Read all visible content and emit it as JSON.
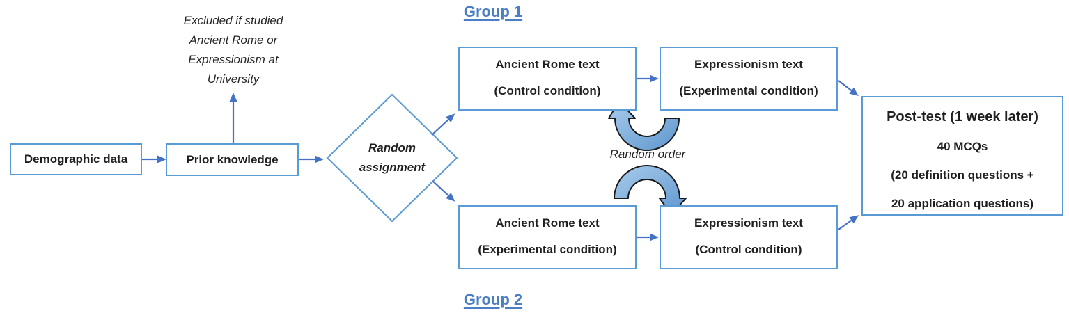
{
  "colors": {
    "box_border": "#5B9BD5",
    "connector_arrow": "#4472C4",
    "group_heading": "#4B7FC3",
    "curved_arrow_fill_light": "#A9CCEC",
    "curved_arrow_fill_dark": "#5E96CE",
    "curved_arrow_outline": "#1A1A1A",
    "text": "#1F1F1F"
  },
  "exclusion_note": {
    "lines": [
      "Excluded if studied",
      "Ancient Rome or",
      "Expressionism at",
      "University"
    ]
  },
  "intake": {
    "demographic_label": "Demographic data",
    "prior_knowledge_label": "Prior knowledge"
  },
  "randomization": {
    "line1": "Random",
    "line2": "assignment"
  },
  "group1": {
    "heading": "Group 1",
    "first_box": {
      "title": "Ancient Rome text",
      "condition": "(Control condition)"
    },
    "second_box": {
      "title": "Expressionism text",
      "condition": "(Experimental condition)"
    }
  },
  "group2": {
    "heading": "Group 2",
    "first_box": {
      "title": "Ancient Rome text",
      "condition": "(Experimental condition)"
    },
    "second_box": {
      "title": "Expressionism text",
      "condition": "(Control condition)"
    }
  },
  "random_order_label": "Random order",
  "posttest": {
    "title": "Post-test (1 week later)",
    "line2": "40 MCQs",
    "line3": "(20 definition questions +",
    "line4": "20 application questions)"
  }
}
